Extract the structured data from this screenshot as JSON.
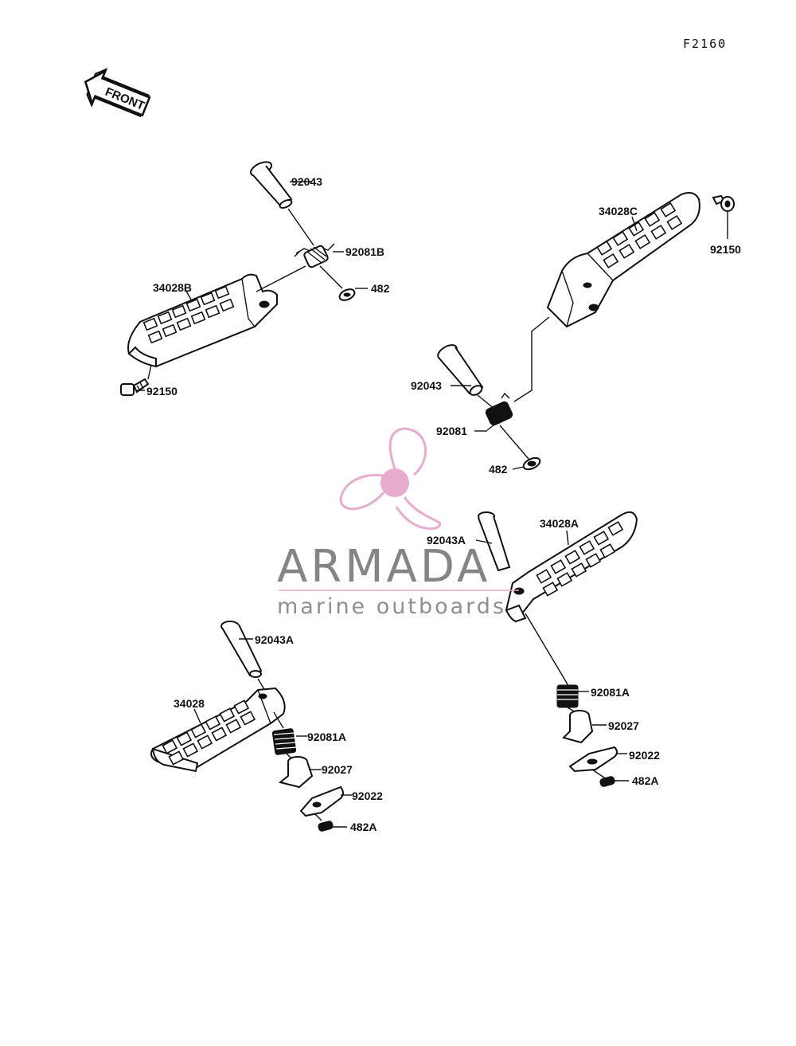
{
  "diagram_code": "F2160",
  "front_label": "FRONT",
  "watermark": {
    "brand": "ARMADA",
    "tagline": "marine outboards",
    "logo_color": "#e7a8cc",
    "text_color": "#808080"
  },
  "labels": {
    "l_92043_a": "92043",
    "l_92081B": "92081B",
    "l_482_a": "482",
    "l_34028B": "34028B",
    "l_92150_a": "92150",
    "l_34028C": "34028C",
    "l_92150_b": "92150",
    "l_92043_b": "92043",
    "l_92081": "92081",
    "l_482_b": "482",
    "l_92043A_a": "92043A",
    "l_34028A": "34028A",
    "l_92043A_b": "92043A",
    "l_34028": "34028",
    "l_92081A_a": "92081A",
    "l_92027_a": "92027",
    "l_92022_a": "92022",
    "l_482A_a": "482A",
    "l_92081A_b": "92081A",
    "l_92027_b": "92027",
    "l_92022_b": "92022",
    "l_482A_b": "482A"
  }
}
